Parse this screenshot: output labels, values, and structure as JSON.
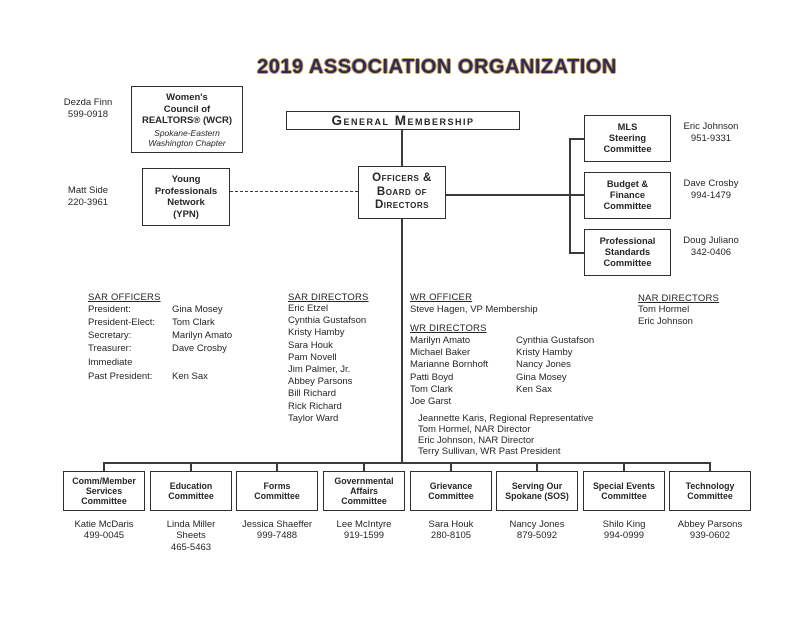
{
  "title": "2019 ASSOCIATION ORGANIZATION",
  "general_membership": {
    "label": "General Membership"
  },
  "officers_board": {
    "label": "Officers &\nBoard of\nDirectors"
  },
  "wcr": {
    "contact_name": "Dezda Finn",
    "contact_phone": "599-0918",
    "label": "Women's\nCouncil of\nREALTORS® (WCR)",
    "chapter": "Spokane-Eastern\nWashington Chapter"
  },
  "ypn": {
    "contact_name": "Matt Side",
    "contact_phone": "220-3961",
    "label": "Young\nProfessionals\nNetwork\n(YPN)"
  },
  "right_committees": [
    {
      "label": "MLS\nSteering\nCommittee",
      "contact_name": "Eric Johnson",
      "contact_phone": "951-9331"
    },
    {
      "label": "Budget &\nFinance\nCommittee",
      "contact_name": "Dave Crosby",
      "contact_phone": "994-1479"
    },
    {
      "label": "Professional\nStandards\nCommittee",
      "contact_name": "Doug Juliano",
      "contact_phone": "342-0406"
    }
  ],
  "sar_officers": {
    "heading": "SAR OFFICERS",
    "roles": [
      "President:",
      "President-Elect:",
      "Secretary:",
      "Treasurer:"
    ],
    "names": [
      "Gina Mosey",
      "Tom Clark",
      "Marilyn Amato",
      "Dave Crosby"
    ],
    "immediate": "Immediate",
    "past_president_role": "Past President:",
    "past_president_name": "Ken Sax"
  },
  "sar_directors": {
    "heading": "SAR DIRECTORS",
    "names": [
      "Eric Etzel",
      "Cynthia Gustafson",
      "Kristy Hamby",
      "Sara Houk",
      "Pam Novell",
      "Jim Palmer, Jr.",
      "Abbey Parsons",
      "Bill Richard",
      "Rick Richard",
      "Taylor Ward"
    ]
  },
  "wr_officer": {
    "heading": "WR OFFICER",
    "name": "Steve Hagen, VP Membership"
  },
  "wr_directors": {
    "heading": "WR DIRECTORS",
    "col1": [
      "Marilyn Amato",
      "Michael Baker",
      "Marianne Bornhoft",
      "Patti Boyd",
      "Tom Clark",
      "Joe Garst"
    ],
    "col2": [
      "Cynthia Gustafson",
      "Kristy Hamby",
      "Nancy Jones",
      "Gina Mosey",
      "Ken Sax"
    ]
  },
  "wr_notes": [
    "Jeannette Karis, Regional Representative",
    "Tom Hormel, NAR Director",
    "Eric Johnson, NAR Director",
    "Terry Sullivan, WR Past President"
  ],
  "nar_directors": {
    "heading": "NAR DIRECTORS",
    "names": [
      "Tom Hormel",
      "Eric Johnson"
    ]
  },
  "bottom_committees": [
    {
      "label": "Comm/Member\nServices\nCommittee",
      "contact_name": "Katie McDaris",
      "contact_phone": "499-0045"
    },
    {
      "label": "Education\nCommittee",
      "contact_name": "Linda Miller\nSheets",
      "contact_phone": "465-5463"
    },
    {
      "label": "Forms\nCommittee",
      "contact_name": "Jessica Shaeffer",
      "contact_phone": "999-7488"
    },
    {
      "label": "Governmental\nAffairs\nCommittee",
      "contact_name": "Lee McIntyre",
      "contact_phone": "919-1599"
    },
    {
      "label": "Grievance\nCommittee",
      "contact_name": "Sara Houk",
      "contact_phone": "280-8105"
    },
    {
      "label": "Serving Our\nSpokane (SOS)",
      "contact_name": "Nancy Jones",
      "contact_phone": "879-5092"
    },
    {
      "label": "Special Events\nCommittee",
      "contact_name": "Shilo King",
      "contact_phone": "994-0999"
    },
    {
      "label": "Technology\nCommittee",
      "contact_name": "Abbey Parsons",
      "contact_phone": "939-0602"
    }
  ],
  "colors": {
    "title_fill": "#2d2a5e",
    "title_outline": "#c9a250",
    "line": "#3a3a3a",
    "text": "#262626"
  }
}
